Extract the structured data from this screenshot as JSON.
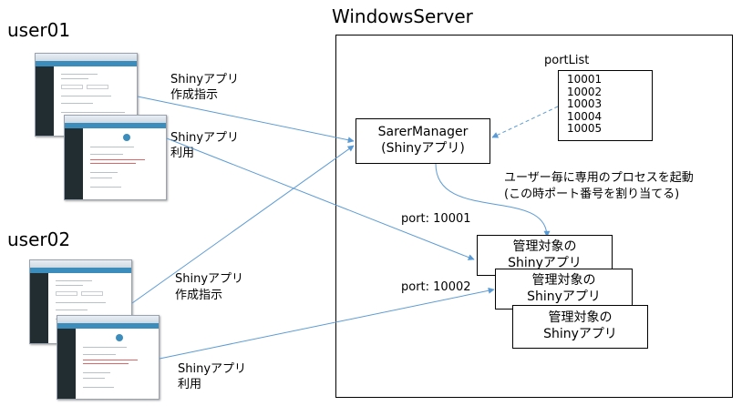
{
  "server": {
    "title": "WindowsServer"
  },
  "users": [
    {
      "label": "user01",
      "instruct": [
        "Shinyアプリ",
        "作成指示"
      ],
      "use": [
        "Shinyアプリ",
        "利用"
      ]
    },
    {
      "label": "user02",
      "instruct": [
        "Shinyアプリ",
        "作成指示"
      ],
      "use": [
        "Shinyアプリ",
        "利用"
      ]
    }
  ],
  "portlist": {
    "title": "portList",
    "ports": [
      "10001",
      "10002",
      "10003",
      "10004",
      "10005"
    ]
  },
  "manager": {
    "lines": [
      "SarerManager",
      "(Shinyアプリ)"
    ]
  },
  "spawn_note": [
    "ユーザー毎に専用のプロセスを起動",
    "(この時ポート番号を割り当てる)"
  ],
  "port_labels": [
    "port: 10001",
    "port: 10002"
  ],
  "managed_app": [
    "管理対象の",
    "Shinyアプリ"
  ],
  "colors": {
    "arrow": "#5b9bd5",
    "border": "#000000"
  }
}
